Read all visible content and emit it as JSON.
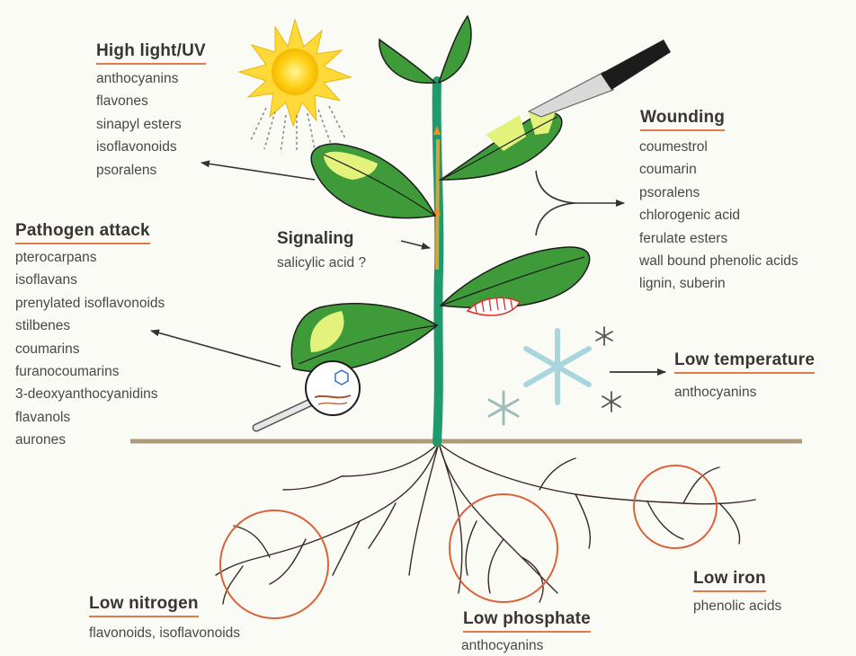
{
  "groups": {
    "high_light": {
      "heading": "High light/UV",
      "items": [
        "anthocyanins",
        "flavones",
        "sinapyl esters",
        "isoflavonoids",
        "psoralens"
      ]
    },
    "wounding": {
      "heading": "Wounding",
      "items": [
        "coumestrol",
        "coumarin",
        "psoralens",
        "chlorogenic acid",
        "ferulate esters",
        "wall bound phenolic acids",
        "lignin, suberin"
      ]
    },
    "pathogen": {
      "heading": "Pathogen attack",
      "items": [
        "pterocarpans",
        "isoflavans",
        "prenylated isoflavonoids",
        "stilbenes",
        "coumarins",
        "furanocoumarins",
        "3-deoxyanthocyanidins",
        "flavanols",
        "aurones"
      ]
    },
    "signaling": {
      "heading": "Signaling",
      "text": "salicylic acid ?"
    },
    "low_temperature": {
      "heading": "Low temperature",
      "text": "anthocyanins"
    },
    "low_nitrogen": {
      "heading": "Low nitrogen",
      "text": "flavonoids, isoflavonoids"
    },
    "low_phosphate": {
      "heading": "Low phosphate",
      "text": "anthocyanins"
    },
    "low_iron": {
      "heading": "Low iron",
      "text": "phenolic acids"
    }
  },
  "colors": {
    "underline": "#e07a46",
    "stem": "#1f9a6c",
    "leaf": "#3f9a3a",
    "leaf_light": "#e3f27a",
    "soil": "#b09a7a",
    "root_circle": "#d9623a",
    "sun": "#ffd21a"
  }
}
